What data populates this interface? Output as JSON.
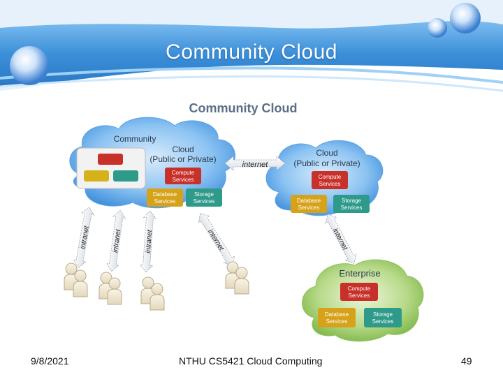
{
  "slide": {
    "title": "Community Cloud"
  },
  "diagram": {
    "heading": "Community Cloud",
    "community_cloud": {
      "line1": "Community",
      "line2": "Cloud",
      "line3": "(Public or Private)",
      "compute": [
        "Compute",
        "Services"
      ],
      "database": [
        "Database",
        "Services"
      ],
      "storage": [
        "Storage",
        "Services"
      ]
    },
    "right_cloud": {
      "line1": "Cloud",
      "line2": "(Public or Private)",
      "compute": [
        "Compute",
        "Services"
      ],
      "database": [
        "Database",
        "Services"
      ],
      "storage": [
        "Storage",
        "Services"
      ]
    },
    "enterprise": {
      "title": "Enterprise",
      "compute": [
        "Compute",
        "Services"
      ],
      "database": [
        "Database",
        "Services"
      ],
      "storage": [
        "Storage",
        "Services"
      ]
    },
    "arrow_labels": {
      "internet_top": "internet",
      "internet_left": "internet",
      "internet_right": "internet",
      "intranet": "intranet"
    }
  },
  "footer": {
    "date": "9/8/2021",
    "course": "NTHU CS5421 Cloud Computing",
    "page": "49"
  },
  "colors": {
    "banner": "#3a8fd6",
    "heading": "#5a6e85",
    "compute_box": "#c8302a",
    "database_box": "#d6a21a",
    "storage_box": "#2e9a8a",
    "enterprise_cloud": "#8fc25a",
    "blue_cloud": "#4aa0e8"
  }
}
